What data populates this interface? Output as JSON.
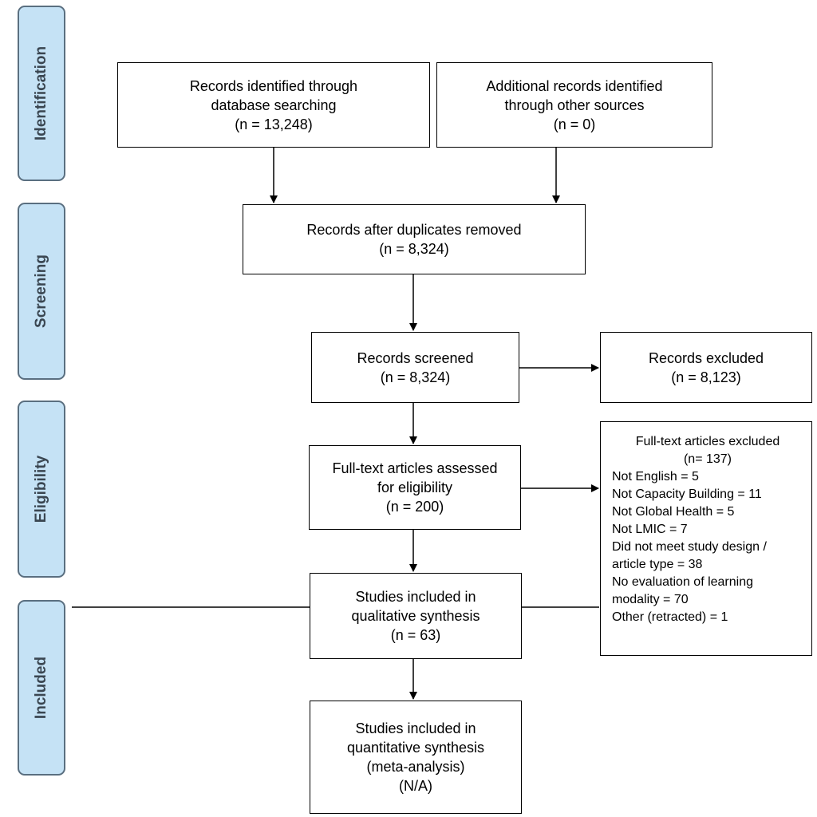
{
  "stages": {
    "identification": "Identification",
    "screening": "Screening",
    "eligibility": "Eligibility",
    "included": "Included"
  },
  "boxes": {
    "database": {
      "line1": "Records identified through",
      "line2": "database searching",
      "line3": "(n = 13,248)"
    },
    "other": {
      "line1": "Additional records identified",
      "line2": "through other sources",
      "line3": "(n = 0)"
    },
    "duplicates": {
      "line1": "Records after duplicates removed",
      "line2": "(n = 8,324)"
    },
    "screened": {
      "line1": "Records screened",
      "line2": "(n = 8,324)"
    },
    "excluded": {
      "line1": "Records excluded",
      "line2": "(n = 8,123)"
    },
    "fulltext": {
      "line1": "Full-text articles assessed",
      "line2": "for eligibility",
      "line3": "(n = 200)"
    },
    "fulltext_excluded": {
      "title": "Full-text articles excluded",
      "count": "(n= 137)",
      "items": [
        "Not English = 5",
        "Not Capacity Building = 11",
        "Not Global Health = 5",
        "Not LMIC = 7",
        "Did not meet study design /",
        "article type = 38",
        "No evaluation of learning",
        "modality = 70",
        "Other (retracted) = 1"
      ]
    },
    "qualitative": {
      "line1": "Studies included in",
      "line2": "qualitative synthesis",
      "line3": "(n = 63)"
    },
    "quantitative": {
      "line1": "Studies included in",
      "line2": "quantitative synthesis",
      "line3": "(meta-analysis)",
      "line4": "(N/A)"
    }
  },
  "colors": {
    "stage_fill": "#c5e2f5",
    "stage_border": "#5a6f80",
    "stage_text": "#3a4651"
  }
}
